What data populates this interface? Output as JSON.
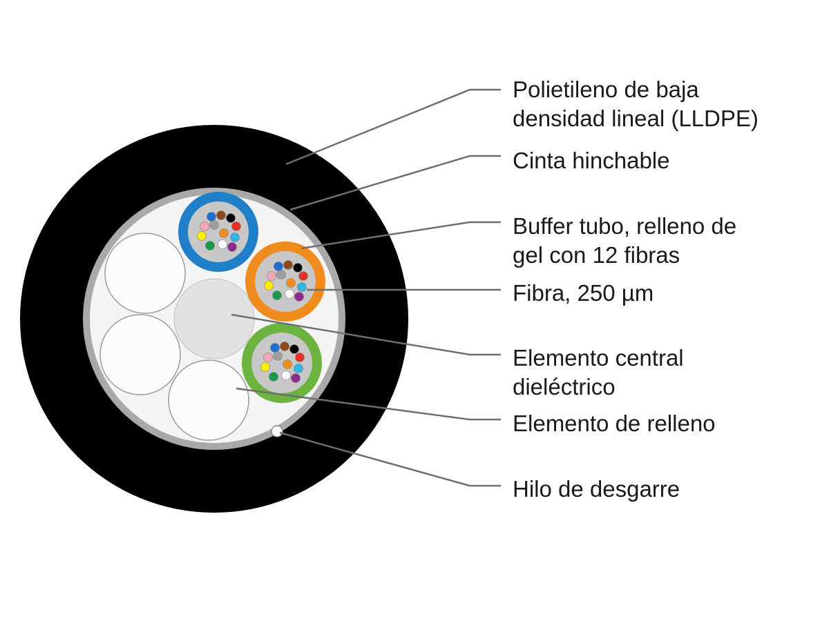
{
  "labels": {
    "lldpe": [
      "Polietileno de baja",
      "densidad lineal (LLDPE)"
    ],
    "tape": [
      "Cinta hinchable"
    ],
    "buffer": [
      "Buffer tubo, relleno de",
      "gel con 12 fibras"
    ],
    "fiber": [
      "Fibra, 250 µm"
    ],
    "central": [
      "Elemento central",
      "dieléctrico"
    ],
    "filler": [
      "Elemento de relleno"
    ],
    "ripcord": [
      "Hilo de desgarre"
    ]
  },
  "colors": {
    "jacket": "#000000",
    "tape": "#a9a9a9",
    "core_fill": "#f4f4f4",
    "leader": "#6e6e6e",
    "tube_blue": "#1f7fc8",
    "tube_orange": "#f08c1e",
    "tube_green": "#6cb33f",
    "gel": "#c8c8c8",
    "central_member": "#e2e2e2",
    "fiber_colors": [
      "#1f6fd0",
      "#8a4b1e",
      "#000000",
      "#f4a9b8",
      "#9e9e9e",
      "#f08c1e",
      "#e53224",
      "#ffee00",
      "#33b5e5",
      "#ffffff",
      "#1a9a4a",
      "#8e2b8e"
    ]
  }
}
